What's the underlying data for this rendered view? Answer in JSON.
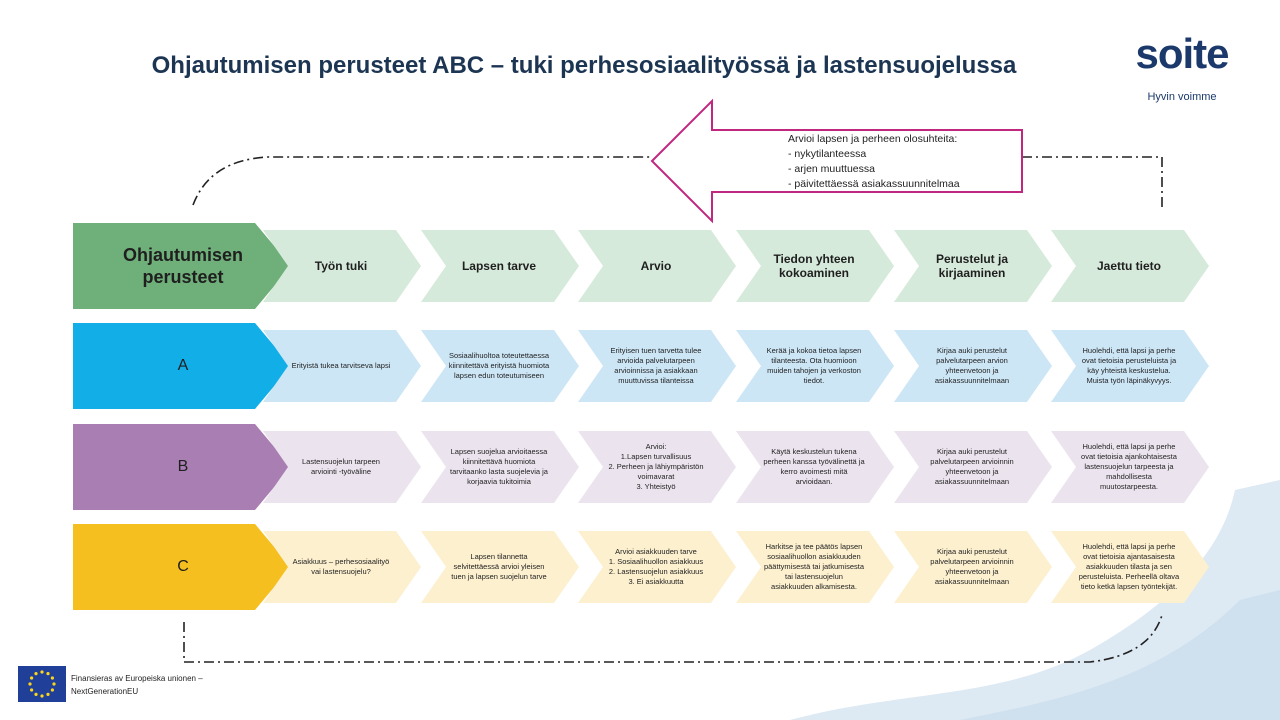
{
  "title": "Ohjautumisen perusteet ABC – tuki perhesosiaalityössä ja lastensuojelussa",
  "logo": {
    "word": "soite",
    "tagline": "Hyvin voimme"
  },
  "callout": {
    "heading": "Arvioi lapsen ja perheen olosuhteita:",
    "items": [
      "- nykytilanteessa",
      "- arjen muuttuessa",
      "- päivitettäessä asiakassuunnitelmaa"
    ]
  },
  "main_label": "Ohjautumisen perusteet",
  "headers": [
    "Työn tuki",
    "Lapsen tarve",
    "Arvio",
    "Tiedon yhteen kokoaminen",
    "Perustelut ja kirjaaminen",
    "Jaettu tieto"
  ],
  "rows": [
    {
      "label": "A",
      "cells": [
        "Erityistä tukea tarvitseva lapsi",
        "Sosiaalihuoltoa toteutettaessa kiinnitettävä erityistä huomiota lapsen edun toteutumiseen",
        "Erityisen tuen tarvetta tulee arvioida palvelutarpeen arvioinnissa ja asiakkaan muuttuvissa tilanteissa",
        "Kerää ja kokoa tietoa lapsen tilanteesta. Ota huomioon muiden tahojen ja verkoston tiedot.",
        "Kirjaa auki perustelut palvelutarpeen arvion yhteenvetoon ja asiakassuunnitelmaan",
        "Huolehdi, että lapsi ja perhe ovat tietoisia perusteluista ja käy yhteistä keskustelua. Muista työn läpinäkyvyys."
      ]
    },
    {
      "label": "B",
      "cells": [
        "Lastensuojelun tarpeen arviointi -työväline",
        "Lapsen suojelua arvioitaessa kiinnitettävä huomiota tarvitaanko lasta suojelevia ja korjaavia tukitoimia",
        "Arvioi:\n1.Lapsen turvallisuus\n2. Perheen ja lähiympäristön voimavarat\n3. Yhteistyö",
        "Käytä keskustelun tukena perheen kanssa työvälinettä ja kerro avoimesti mitä arvioidaan.",
        "Kirjaa auki perustelut palvelutarpeen arvioinnin yhteenvetoon ja asiakassuunnitelmaan",
        "Huolehdi, että lapsi ja perhe ovat tietoisia ajankohtaisesta lastensuojelun tarpeesta ja mahdollisesta muutostarpeesta."
      ]
    },
    {
      "label": "C",
      "cells": [
        "Asiakkuus – perhesosiaalityö vai lastensuojelu?",
        "Lapsen tilannetta selvitettäessä arvioi yleisen tuen ja lapsen suojelun tarve",
        "Arvioi asiakkuuden tarve\n1. Sosiaalihuollon asiakkuus\n2. Lastensuojelun asiakkuus\n3. Ei asiakkuutta",
        "Harkitse ja tee päätös lapsen sosiaalihuollon asiakkuuden päättymisestä tai jatkumisesta tai lastensuojelun asiakkuuden alkamisesta.",
        "Kirjaa auki perustelut palvelutarpeen arvioinnin yhteenvetoon ja asiakassuunnitelmaan",
        "Huolehdi, että lapsi ja perhe ovat tietoisia ajantasaisesta asiakkuuden tilasta ja sen perusteluista. Perheellä oltava tieto ketkä lapsen työntekijät."
      ]
    }
  ],
  "eu_text": [
    "Finansieras av Europeiska unionen –",
    "NextGenerationEU"
  ],
  "colors": {
    "header_main": "#6fb07a",
    "header_light": "#d6eadb",
    "a_main": "#12aee8",
    "a_light": "#cde6f6",
    "b_main": "#a97eb2",
    "b_light": "#ebe3ee",
    "c_main": "#f5bf1f",
    "c_light": "#fdf0cf",
    "callout_border": "#c0287f"
  }
}
